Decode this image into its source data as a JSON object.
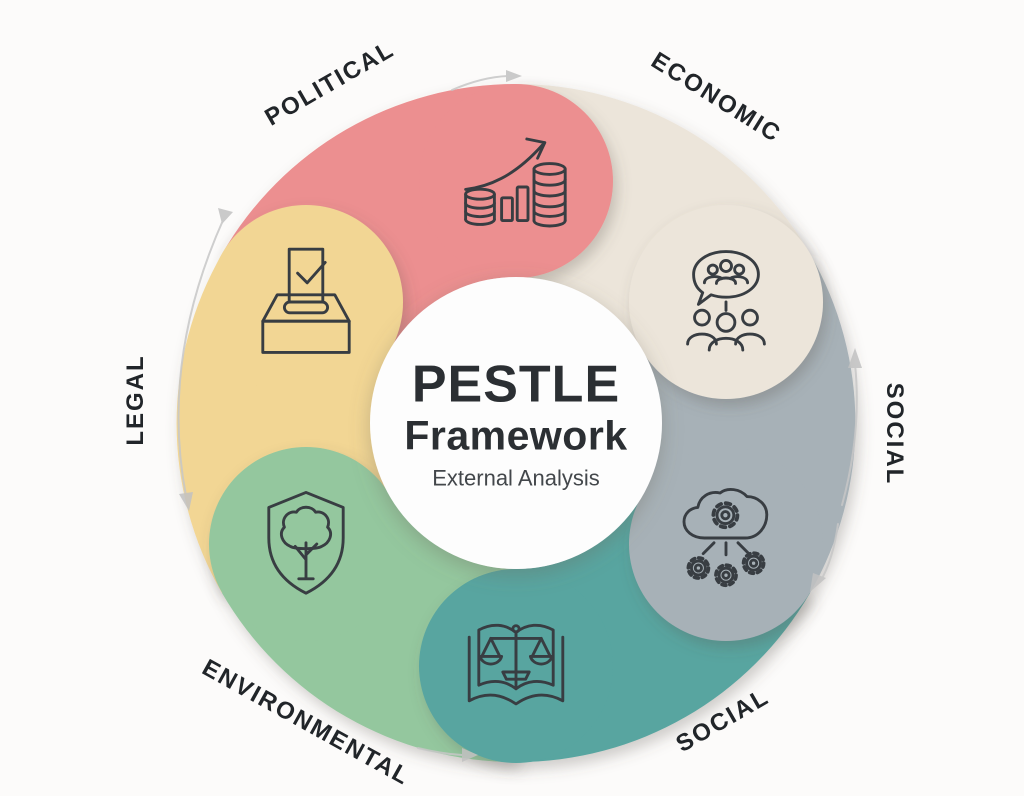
{
  "diagram": {
    "title": "PESTLE",
    "subtitle": "Framework",
    "tagline": "External Analysis"
  },
  "segments": [
    {
      "name": "political",
      "label": "POLITICAL",
      "color": "#ec8f90",
      "icon": "growth-chart-icon"
    },
    {
      "name": "economic",
      "label": "ECONOMIC",
      "color": "#ece5da",
      "icon": "people-discussion-icon"
    },
    {
      "name": "social-right",
      "label": "SOCIAL",
      "color": "#a7b1b7",
      "icon": "cloud-gears-icon"
    },
    {
      "name": "social-bottom",
      "label": "SOCIAL",
      "color": "#58a5a0",
      "icon": "law-book-icon"
    },
    {
      "name": "environmental",
      "label": "ENVIRONMENTAL",
      "color": "#94c79e",
      "icon": "shield-tree-icon"
    },
    {
      "name": "legal",
      "label": "LEGAL",
      "color": "#f2d694",
      "icon": "ballot-box-icon"
    }
  ],
  "colors": {
    "background": "#fcfbfa",
    "center_circle": "#fdfdfd",
    "icon_stroke": "#383d42",
    "arrow": "#c7c7c7",
    "label_text": "#212529"
  }
}
